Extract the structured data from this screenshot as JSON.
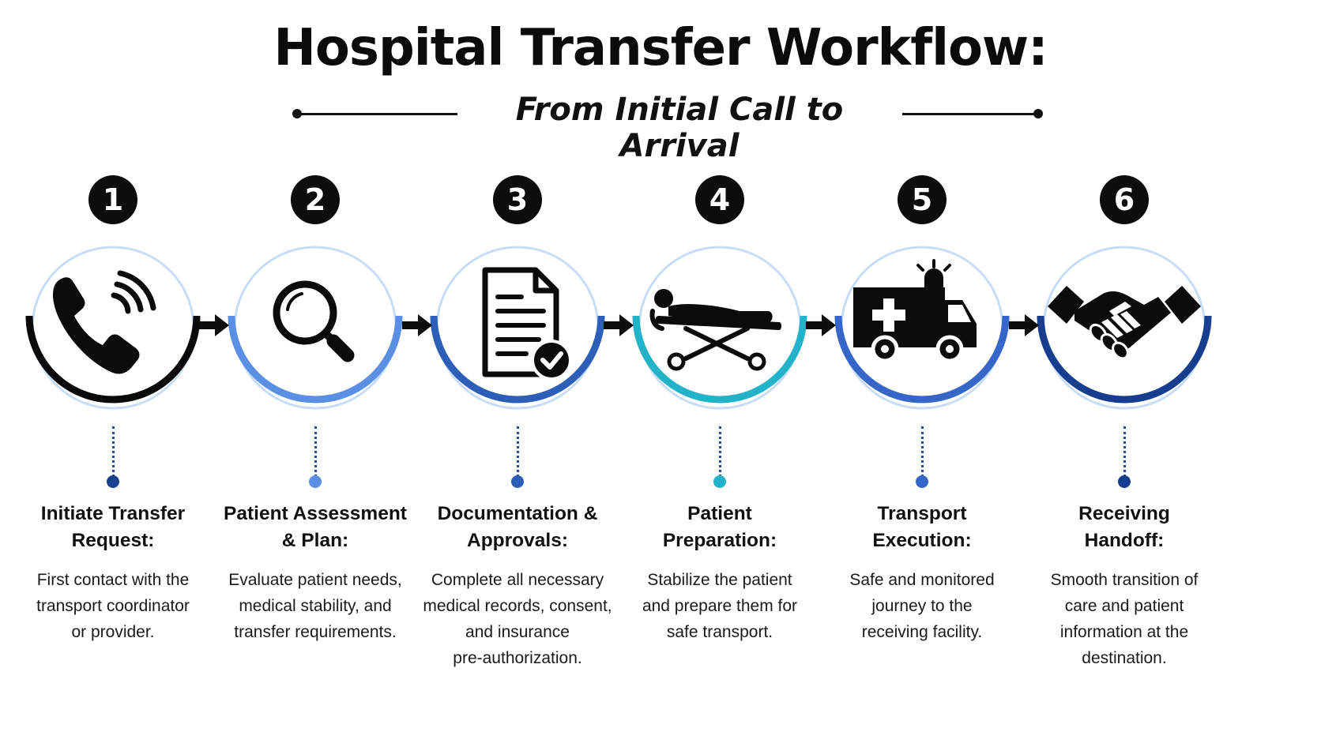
{
  "header": {
    "title": "Hospital Transfer Workflow:",
    "subtitle": "From Initial Call to Arrival"
  },
  "steps": [
    {
      "number": "1",
      "title": "Initiate Transfer\nRequest:",
      "description": "First contact with the\ntransport coordinator\nor provider.",
      "icon": "phone-icon",
      "accent_color": "#0a0a0a"
    },
    {
      "number": "2",
      "title": "Patient Assessment\n& Plan:",
      "description": "Evaluate patient needs,\nmedical stability, and\ntransfer requirements.",
      "icon": "magnifier-icon",
      "accent_color": "#5b8fe3"
    },
    {
      "number": "3",
      "title": "Documentation &\nApprovals:",
      "description": "Complete all necessary\nmedical records, consent,\nand insurance\npre-authorization.",
      "icon": "document-check-icon",
      "accent_color": "#2e5fb8"
    },
    {
      "number": "4",
      "title": "Patient\nPreparation:",
      "description": "Stabilize the patient\nand prepare them for\nsafe transport.",
      "icon": "stretcher-icon",
      "accent_color": "#22b3c9"
    },
    {
      "number": "5",
      "title": "Transport\nExecution:",
      "description": "Safe and monitored\njourney to the\nreceiving facility.",
      "icon": "ambulance-icon",
      "accent_color": "#3566c8"
    },
    {
      "number": "6",
      "title": "Receiving\nHandoff:",
      "description": "Smooth transition of\ncare and patient\ninformation at the\ndestination.",
      "icon": "handshake-icon",
      "accent_color": "#173d8f"
    }
  ],
  "colors": {
    "ring_light": "#c7dcf5",
    "connector": "#1f4f9e",
    "arrow": "#0d0d0d",
    "text": "#111111"
  }
}
